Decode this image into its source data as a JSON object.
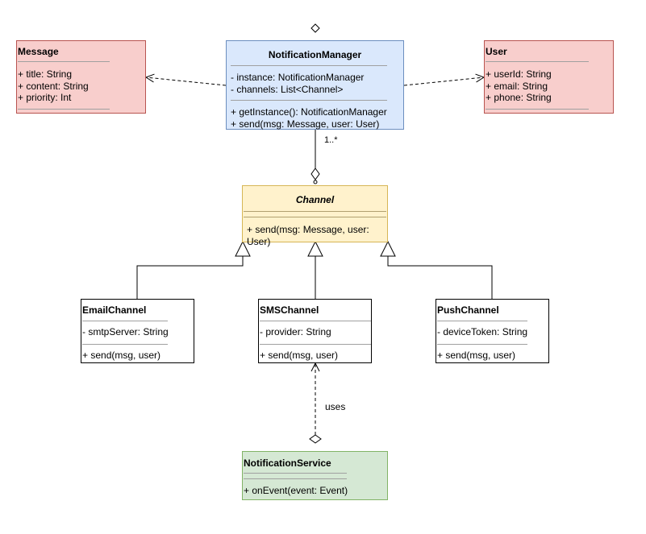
{
  "colors": {
    "red_fill": "#f8cecc",
    "red_stroke": "#b85450",
    "blue_fill": "#dae8fc",
    "blue_stroke": "#6c8ebf",
    "yellow_fill": "#fff2cc",
    "yellow_stroke": "#d6b656",
    "green_fill": "#d5e8d4",
    "green_stroke": "#82b366",
    "white_fill": "#ffffff",
    "black_stroke": "#000000"
  },
  "classes": {
    "message": {
      "name": "Message",
      "attributes": [
        "+ title: String",
        "+ content: String",
        "+ priority: Int"
      ],
      "methods": []
    },
    "notification_manager": {
      "name": "NotificationManager",
      "attributes": [
        "- instance: NotificationManager",
        "- channels: List<Channel>"
      ],
      "methods": [
        "+ getInstance(): NotificationManager",
        "+ send(msg: Message, user: User)"
      ]
    },
    "user": {
      "name": "User",
      "attributes": [
        "+ userId: String",
        "+ email: String",
        "+ phone: String"
      ],
      "methods": []
    },
    "channel": {
      "name": "Channel",
      "abstract": true,
      "attributes": [],
      "methods": [
        "+ send(msg: Message, user:",
        "User)"
      ]
    },
    "email_channel": {
      "name": "EmailChannel",
      "attributes": [
        "- smtpServer: String"
      ],
      "methods": [
        "+ send(msg, user)"
      ]
    },
    "sms_channel": {
      "name": "SMSChannel",
      "attributes": [
        "- provider: String"
      ],
      "methods": [
        "+ send(msg, user)"
      ]
    },
    "push_channel": {
      "name": "PushChannel",
      "attributes": [
        "- deviceToken: String"
      ],
      "methods": [
        "+ send(msg, user)"
      ]
    },
    "notification_service": {
      "name": "NotificationService",
      "attributes": [],
      "methods": [
        "+ onEvent(event: Event)"
      ]
    }
  },
  "relations": {
    "manager_channel_multiplicity": "1..*",
    "service_sms_label": "uses"
  }
}
